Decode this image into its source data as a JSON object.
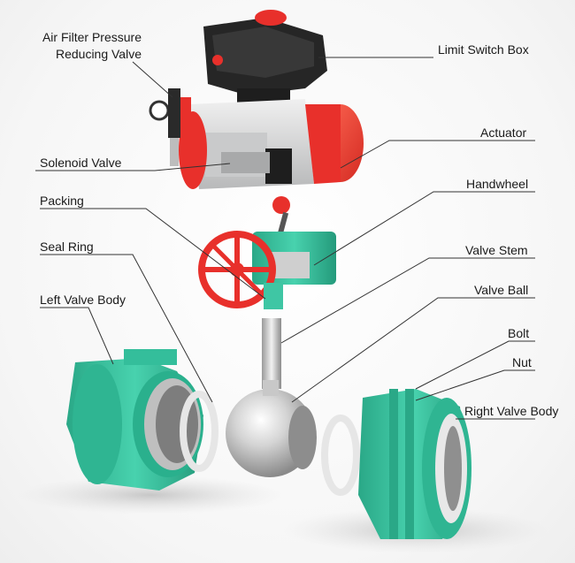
{
  "labels": {
    "air_filter_line1": "Air Filter Pressure",
    "air_filter_line2": "Reducing Valve",
    "solenoid_valve": "Solenoid Valve",
    "packing": "Packing",
    "seal_ring": "Seal Ring",
    "left_valve_body": "Left Valve Body",
    "limit_switch_box": "Limit Switch Box",
    "actuator": "Actuator",
    "handwheel": "Handwheel",
    "valve_stem": "Valve Stem",
    "valve_ball": "Valve Ball",
    "bolt": "Bolt",
    "nut": "Nut",
    "right_valve_body": "Right Valve Body"
  },
  "colors": {
    "actuator_red": "#e8302b",
    "body_green": "#3fc6a4",
    "switch_box_black": "#222222",
    "actuator_body_gray": "#d9dadb",
    "steel": "#c8c8c8",
    "leader_line": "#333333"
  }
}
